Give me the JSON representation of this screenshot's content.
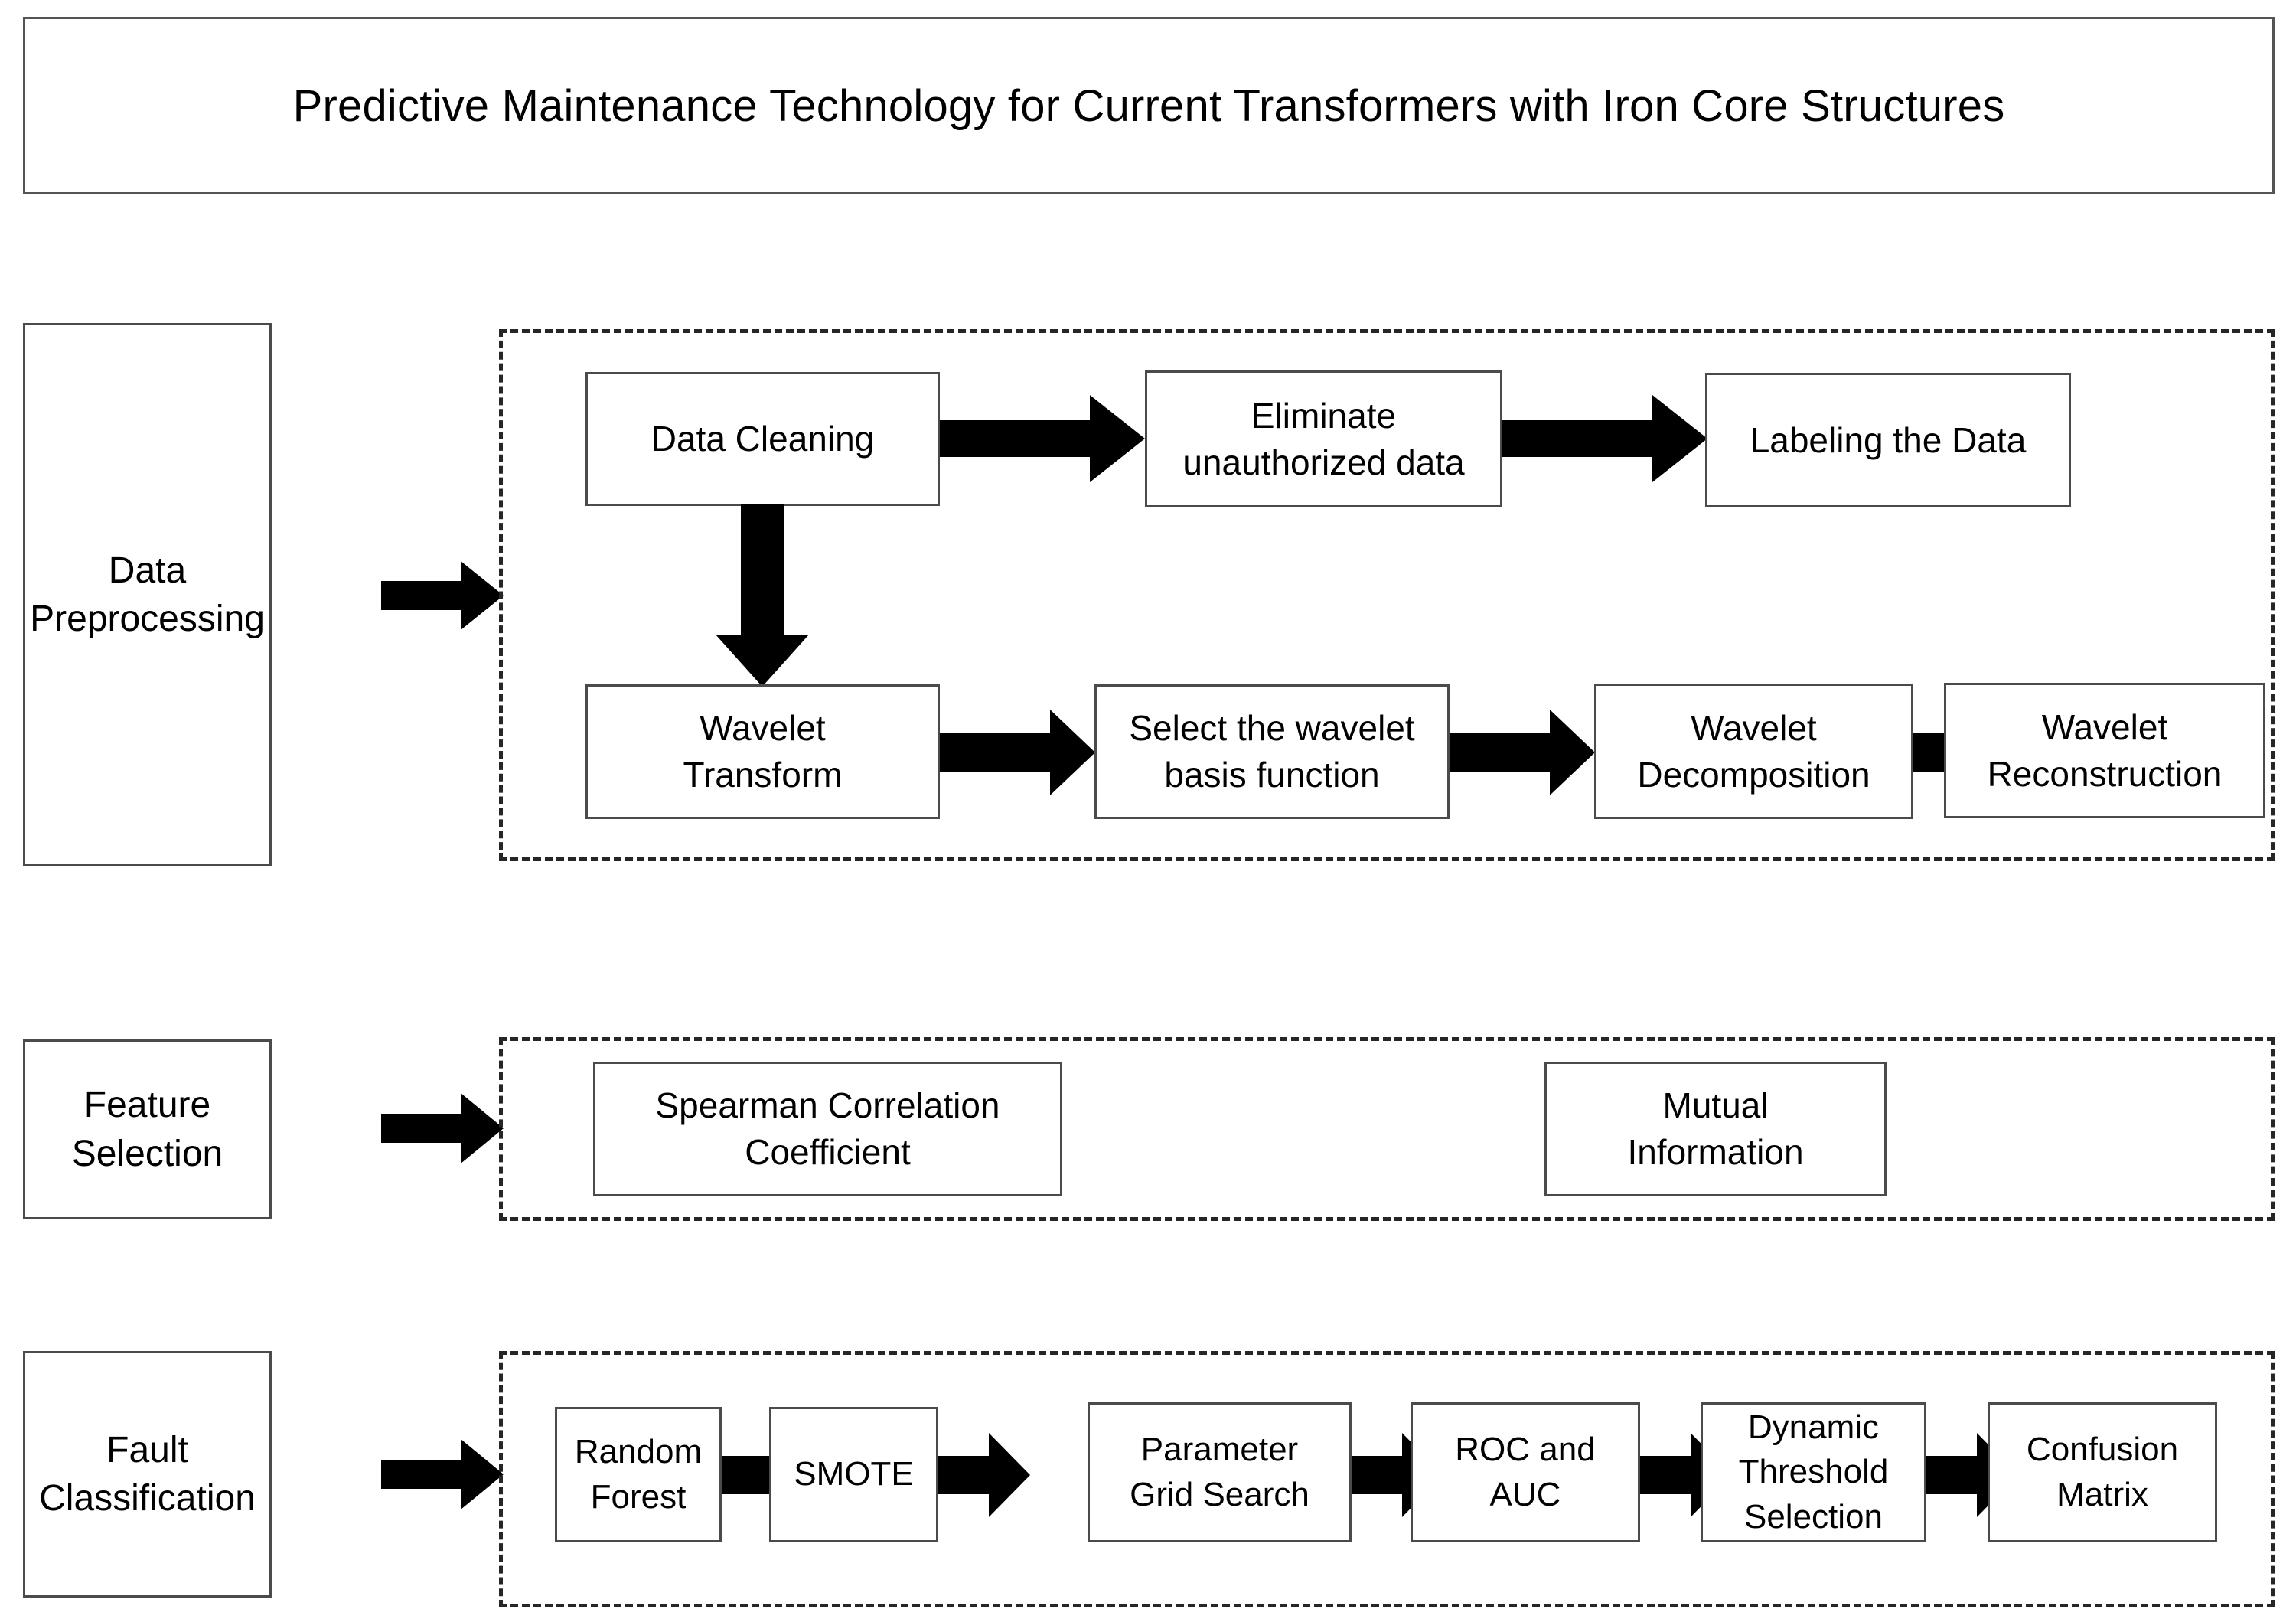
{
  "title": {
    "text": "Predictive Maintenance Technology for Current Transformers with Iron Core Structures"
  },
  "stages": [
    {
      "id": "data-preprocessing",
      "label": "Data\nPreprocessing"
    },
    {
      "id": "feature-selection",
      "label": "Feature Selection"
    },
    {
      "id": "fault-classification",
      "label": "Fault\nClassification"
    }
  ],
  "groups": {
    "preprocessing": {
      "row1": [
        {
          "id": "data-cleaning",
          "label": "Data Cleaning"
        },
        {
          "id": "eliminate-unauthorized-data",
          "label": "Eliminate\nunauthorized data"
        },
        {
          "id": "labeling-the-data",
          "label": "Labeling the Data"
        }
      ],
      "row2": [
        {
          "id": "wavelet-transform",
          "label": "Wavelet\nTransform"
        },
        {
          "id": "select-the-wavelet-basis-function",
          "label": "Select the wavelet\nbasis function"
        },
        {
          "id": "wavelet-decomposition",
          "label": "Wavelet\nDecomposition"
        },
        {
          "id": "wavelet-reconstruction",
          "label": "Wavelet\nReconstruction"
        }
      ]
    },
    "feature_selection": {
      "items": [
        {
          "id": "spearman-correlation-coefficient",
          "label": "Spearman Correlation\nCoefficient"
        },
        {
          "id": "mutual-information",
          "label": "Mutual\nInformation"
        }
      ]
    },
    "fault_classification": {
      "items": [
        {
          "id": "random-forest",
          "label": "Random\nForest"
        },
        {
          "id": "smote",
          "label": "SMOTE"
        },
        {
          "id": "parameter-grid-search",
          "label": "Parameter\nGrid Search"
        },
        {
          "id": "roc-and-auc",
          "label": "ROC and\nAUC"
        },
        {
          "id": "dynamic-threshold-selection",
          "label": "Dynamic\nThreshold\nSelection"
        },
        {
          "id": "confusion-matrix",
          "label": "Confusion\nMatrix"
        }
      ]
    }
  },
  "colors": {
    "box_border": "#4b4b4b",
    "dashed_border": "#262626",
    "arrow_fill": "#000000",
    "background": "#ffffff",
    "text": "#000000"
  }
}
